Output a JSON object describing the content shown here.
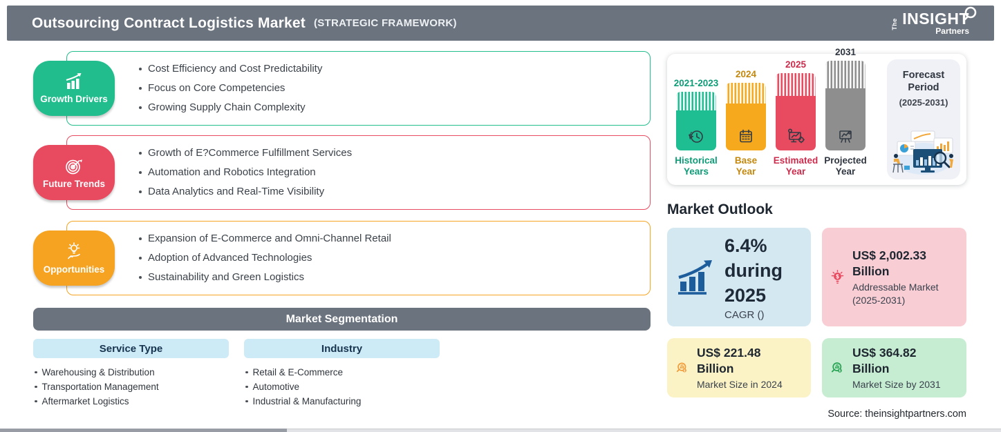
{
  "header": {
    "title": "Outsourcing Contract Logistics Market",
    "subtitle": "(STRATEGIC FRAMEWORK)",
    "logo": {
      "the": "The",
      "insight": "INSIGHT",
      "partners": "Partners"
    }
  },
  "framework": [
    {
      "label": "Growth Drivers",
      "color": "#22BD8C",
      "items": [
        "Cost Efficiency and Cost Predictability",
        "Focus on Core Competencies",
        "Growing Supply Chain Complexity"
      ]
    },
    {
      "label": "Future Trends",
      "color": "#E84A60",
      "items": [
        "Growth of E?Commerce Fulfillment Services",
        "Automation and Robotics Integration",
        "Data Analytics and Real-Time Visibility"
      ]
    },
    {
      "label": "Opportunities",
      "color": "#F5A321",
      "items": [
        "Expansion of E-Commerce and Omni-Channel Retail",
        "Adoption of Advanced Technologies",
        "Sustainability and Green Logistics"
      ]
    }
  ],
  "segmentation": {
    "title": "Market Segmentation",
    "columns": [
      {
        "header": "Service Type",
        "items": [
          "Warehousing & Distribution",
          "Transportation Management",
          "Aftermarket Logistics"
        ]
      },
      {
        "header": "Industry",
        "items": [
          "Retail & E-Commerce",
          "Automotive",
          "Industrial & Manufacturing"
        ]
      }
    ]
  },
  "timeline": {
    "bars": [
      {
        "year": "2021-2023",
        "label1": "Historical",
        "label2": "Years",
        "color": "#1EBE92"
      },
      {
        "year": "2024",
        "label1": "Base",
        "label2": "Year",
        "color": "#F6A91C"
      },
      {
        "year": "2025",
        "label1": "Estimated",
        "label2": "Year",
        "color": "#E84A60"
      },
      {
        "year": "2031",
        "label1": "Projected",
        "label2": "Year",
        "color": "#8E8E8E"
      }
    ],
    "forecast": {
      "line1": "Forecast",
      "line2": "Period",
      "range": "(2025-2031)"
    }
  },
  "outlook": {
    "title": "Market Outlook",
    "cards": [
      {
        "name": "cagr",
        "lines": [
          "6.4%",
          "during",
          "2025"
        ],
        "caption": "CAGR ()",
        "bg": "#D4E8F2",
        "icon_color": "#1D5D9C"
      },
      {
        "name": "addressable-market",
        "value": "US$ 2,002.33 Billion",
        "captions": [
          "Addressable Market",
          "(2025-2031)"
        ],
        "bg": "#F8CDD4",
        "icon_color": "#E8495F"
      },
      {
        "name": "market-size-2024",
        "value": "US$ 221.48 Billion",
        "captions": [
          "Market Size in 2024"
        ],
        "bg": "#FBF3C5",
        "icon_color": "#F29B38"
      },
      {
        "name": "market-size-2031",
        "value": "US$ 364.82 Billion",
        "captions": [
          "Market Size by 2031"
        ],
        "bg": "#C6EDD2",
        "icon_color": "#27A353"
      }
    ],
    "source": "Source: theinsightpartners.com"
  }
}
